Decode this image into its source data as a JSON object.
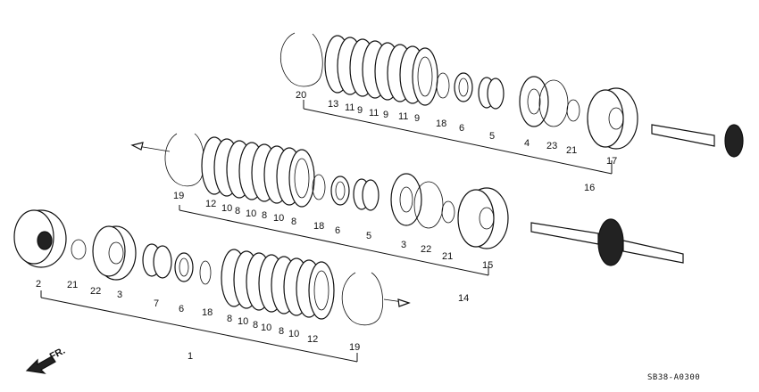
{
  "group_top": {
    "labels": [
      "20",
      "13",
      "11",
      "9",
      "11",
      "9",
      "11",
      "9",
      "18",
      "6",
      "5",
      "4",
      "23",
      "21",
      "17"
    ],
    "assembly": "16"
  },
  "group_middle": {
    "labels": [
      "19",
      "12",
      "10",
      "8",
      "10",
      "8",
      "10",
      "8",
      "18",
      "6",
      "5",
      "3",
      "22",
      "21",
      "15"
    ],
    "assembly": "14"
  },
  "group_bottom": {
    "labels": [
      "2",
      "21",
      "22",
      "3",
      "7",
      "6",
      "18",
      "8",
      "10",
      "8",
      "10",
      "8",
      "10",
      "12",
      "19"
    ],
    "assembly": "1"
  },
  "direction_label": "FR.",
  "diagram_code": "SB38-A0300"
}
